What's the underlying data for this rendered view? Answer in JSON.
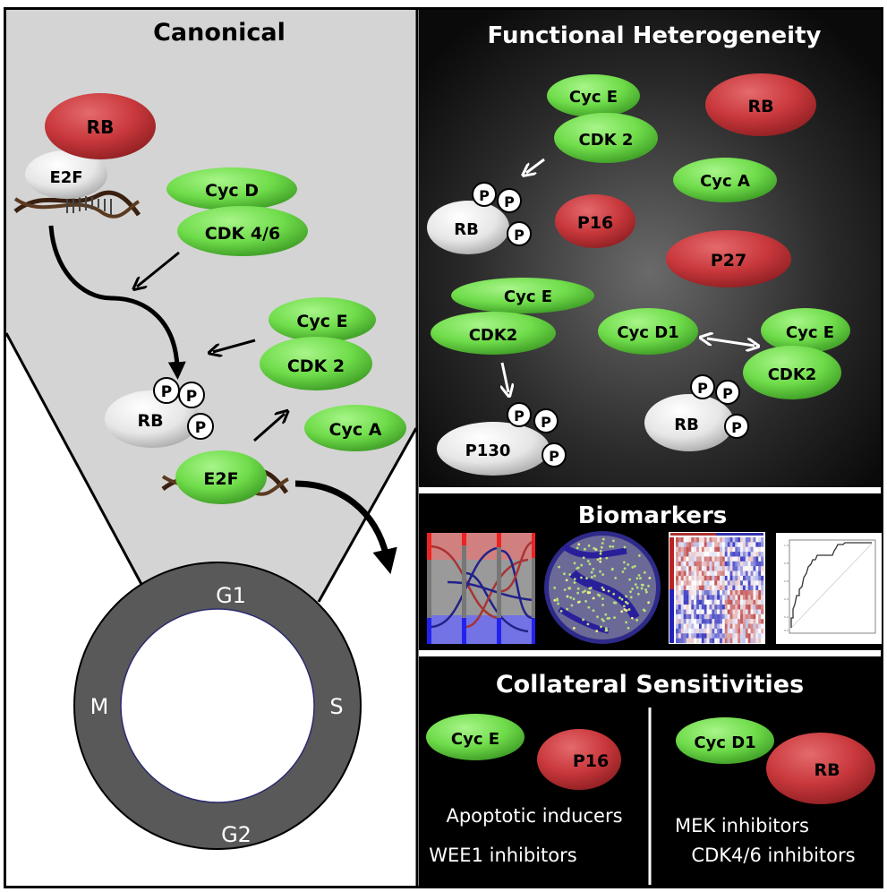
{
  "canonical": {
    "title": "Canonical",
    "proteins": {
      "rb_top": "RB",
      "e2f_top": "E2F",
      "cyc_d": "Cyc D",
      "cdk46": "CDK 4/6",
      "cyc_e": "Cyc E",
      "cdk2": "CDK 2",
      "rb_phos": "RB",
      "cyc_a": "Cyc A",
      "e2f_bottom": "E2F"
    },
    "phospho_label": "P",
    "cell_cycle": {
      "phases": [
        "G1",
        "S",
        "G2",
        "M"
      ]
    }
  },
  "heterogeneity": {
    "title": "Functional Heterogeneity",
    "proteins": {
      "cyc_e_1": "Cyc E",
      "cdk2_1": "CDK 2",
      "rb_red": "RB",
      "cyc_a": "Cyc A",
      "rb_phos_1": "RB",
      "p16": "P16",
      "p27": "P27",
      "cyc_e_2": "Cyc E",
      "cdk2_2": "CDK2",
      "p130": "P130",
      "cyc_d1": "Cyc D1",
      "cyc_e_3": "Cyc E",
      "cdk2_3": "CDK2",
      "rb_phos_2": "RB"
    },
    "phospho_label": "P"
  },
  "biomarkers": {
    "title": "Biomarkers",
    "panels": [
      "sankey-plot",
      "tissue-microscopy",
      "heatmap",
      "roc-curve"
    ]
  },
  "collateral": {
    "title": "Collateral Sensitivities",
    "left": {
      "proteins": [
        "Cyc E",
        "P16"
      ],
      "treatments": [
        "Apoptotic inducers",
        "WEE1 inhibitors"
      ]
    },
    "right": {
      "proteins": [
        "Cyc D1",
        "RB"
      ],
      "treatments": [
        "MEK inhibitors",
        "CDK4/6 inhibitors"
      ]
    }
  },
  "colors": {
    "green": "#6fdc4a",
    "red": "#c9383c",
    "white_protein": "#e8e8e8",
    "canonical_bg": "#d4d4d4",
    "ring": "#595959"
  }
}
